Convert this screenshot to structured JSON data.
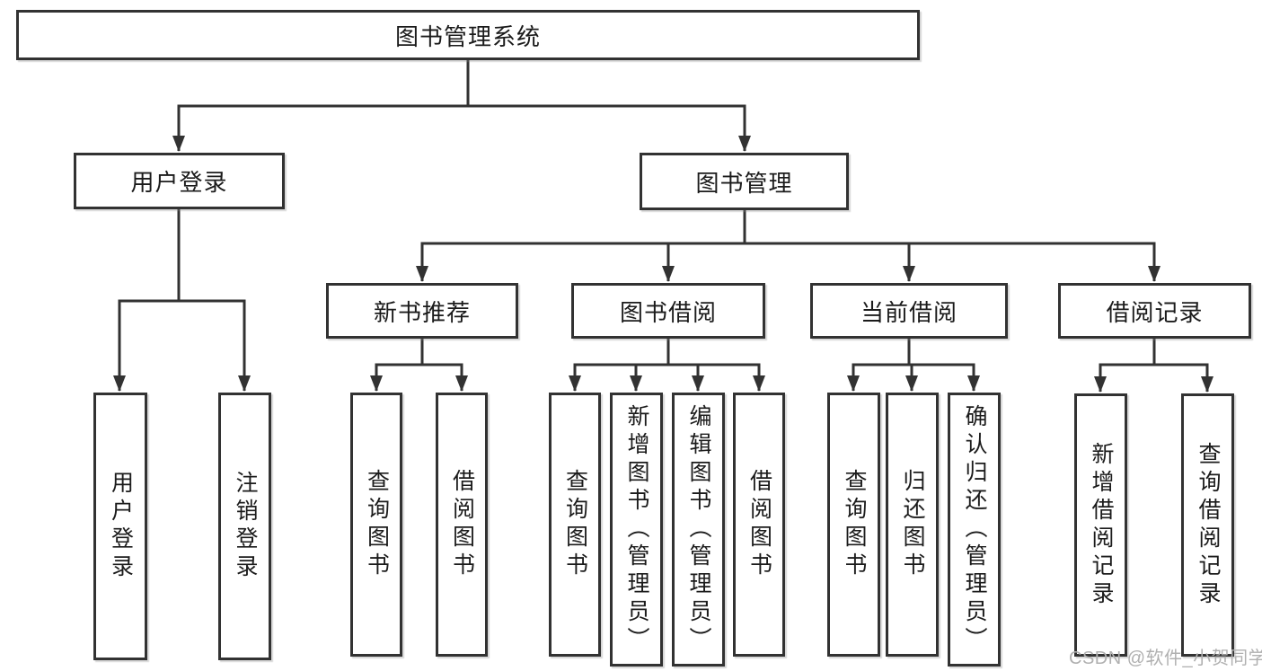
{
  "diagram": {
    "root": {
      "label": "图书管理系统",
      "children": [
        {
          "label": "用户登录",
          "children": [
            {
              "label": "用户登录"
            },
            {
              "label": "注销登录"
            }
          ]
        },
        {
          "label": "图书管理",
          "children": [
            {
              "label": "新书推荐",
              "children": [
                {
                  "label": "查询图书"
                },
                {
                  "label": "借阅图书"
                }
              ]
            },
            {
              "label": "图书借阅",
              "children": [
                {
                  "label": "查询图书"
                },
                {
                  "label": "新增图书（管理员）"
                },
                {
                  "label": "编辑图书（管理员）"
                },
                {
                  "label": "借阅图书"
                }
              ]
            },
            {
              "label": "当前借阅",
              "children": [
                {
                  "label": "查询图书"
                },
                {
                  "label": "归还图书"
                },
                {
                  "label": "确认归还（管理员）"
                }
              ]
            },
            {
              "label": "借阅记录",
              "children": [
                {
                  "label": "新增借阅记录"
                },
                {
                  "label": "查询借阅记录"
                }
              ]
            }
          ]
        }
      ]
    }
  },
  "watermark": "CSDN @软件_小贺同学",
  "colors": {
    "line": "#323232",
    "box_border": "#323232",
    "text": "#1b1b1b",
    "watermark": "#b0b0b0",
    "background": "#ffffff"
  }
}
